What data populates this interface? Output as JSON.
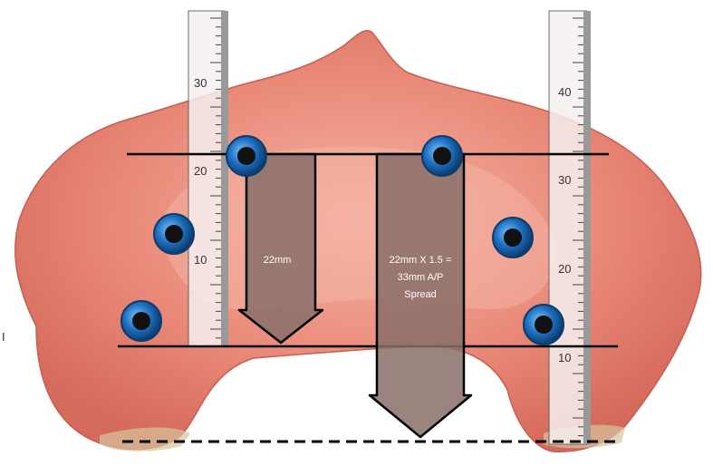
{
  "labels": {
    "arrow_short": "22mm",
    "arrow_long_line1": "22mm X 1.5 =",
    "arrow_long_line2": "33mm A/P",
    "arrow_long_line3": "Spread",
    "side_mark": "I"
  },
  "ruler_left": {
    "ticks": [
      "30",
      "20",
      "10"
    ]
  },
  "ruler_right": {
    "ticks": [
      "40",
      "30",
      "20",
      "10"
    ]
  },
  "colors": {
    "gum": "#e98877",
    "gum_light": "#f4b2a3",
    "gum_dark": "#c65e52",
    "implant_ring": "#1e6fbf",
    "implant_core": "#111111",
    "arrow_fill": "#8a6f6a",
    "line": "#000000"
  },
  "icons": [
    "implant-icon",
    "ruler-icon",
    "arrow-icon"
  ]
}
